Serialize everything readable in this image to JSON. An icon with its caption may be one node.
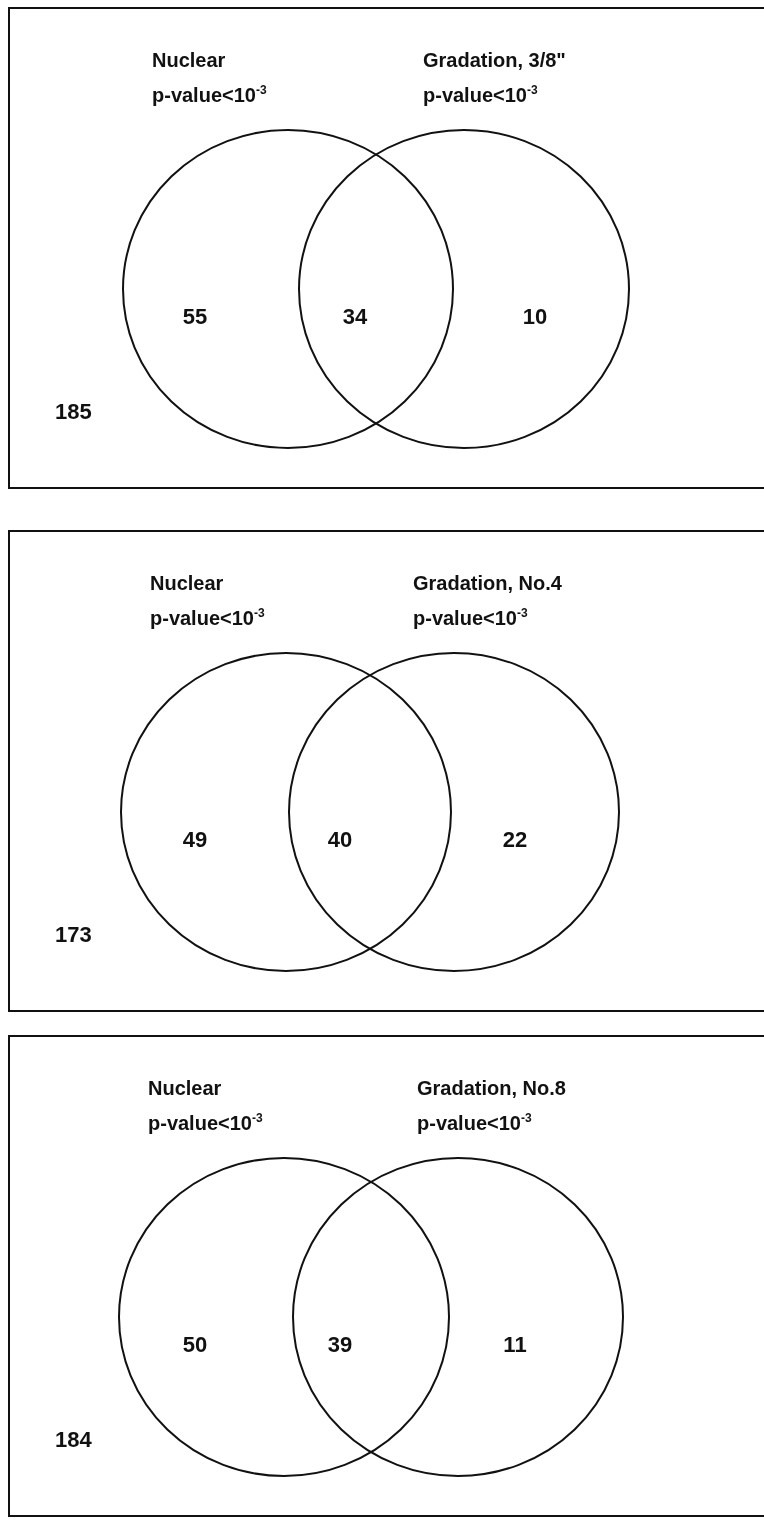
{
  "diagram": {
    "nodes": [
      {
        "text": [
          "185"
        ]
      },
      {
        "text": [
          "Nuclear",
          "p-value<10$^{-3}$"
        ],
        "in": 0
      },
      {
        "text": [
          "Gradation, 3/8\"",
          "p-value<10$^{-3}$"
        ],
        "in": 0
      },
      {
        "text": [
          "173"
        ]
      },
      {
        "text": [
          "Nuclear",
          "p-value<10$^{-3}$"
        ],
        "in": 3
      },
      {
        "text": [
          "Gradation, No.4",
          "p-value<10$^{-3}$"
        ],
        "in": 3
      },
      {
        "text": [
          "184"
        ]
      },
      {
        "text": [
          "Nuclear",
          "p-value<10$^{-3}$"
        ],
        "in": 6
      },
      {
        "text": [
          "Gradation, No.8",
          "p-value<10$^{-3}$"
        ],
        "in": 6
      }
    ],
    "labels": [
      "55",
      "34",
      "10",
      "49",
      "40",
      "22",
      "50",
      "39",
      "11"
    ]
  }
}
